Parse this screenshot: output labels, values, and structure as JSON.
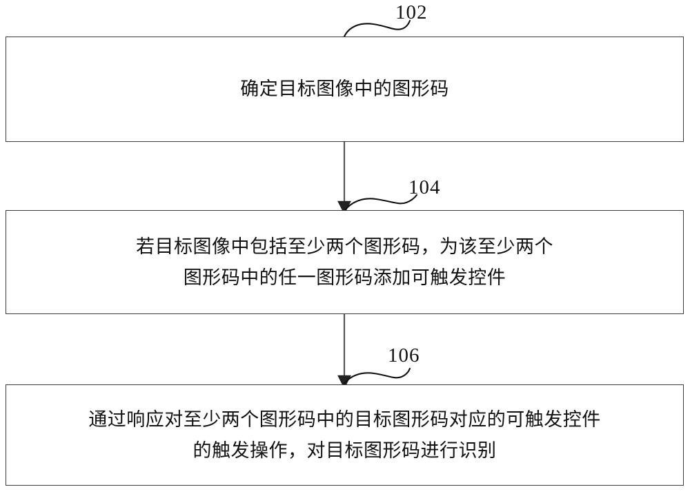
{
  "diagram": {
    "type": "flowchart",
    "orientation": "vertical",
    "background_color": "#ffffff",
    "line_color": "#3a3a3a",
    "text_color": "#111111",
    "steps": [
      {
        "ref": "102",
        "text": "确定目标图像中的图形码",
        "lines": [
          "确定目标图像中的图形码"
        ]
      },
      {
        "ref": "104",
        "text": "若目标图像中包括至少两个图形码，为该至少两个\n图形码中的任一图形码添加可触发控件",
        "lines": [
          "若目标图像中包括至少两个图形码，为该至少两个",
          "图形码中的任一图形码添加可触发控件"
        ]
      },
      {
        "ref": "106",
        "text": "通过响应对至少两个图形码中的目标图形码对应的可触发控件\n的触发操作，对目标图形码进行识别",
        "lines": [
          "通过响应对至少两个图形码中的目标图形码对应的可触发控件",
          "的触发操作，对目标图形码进行识别"
        ]
      }
    ],
    "connectors": [
      {
        "from": "102",
        "to": "104",
        "style": "arrow-down"
      },
      {
        "from": "104",
        "to": "106",
        "style": "arrow-down"
      }
    ],
    "leader_lines": [
      {
        "ref": "102",
        "style": "s-curve"
      },
      {
        "ref": "104",
        "style": "s-curve"
      },
      {
        "ref": "106",
        "style": "s-curve"
      }
    ]
  }
}
